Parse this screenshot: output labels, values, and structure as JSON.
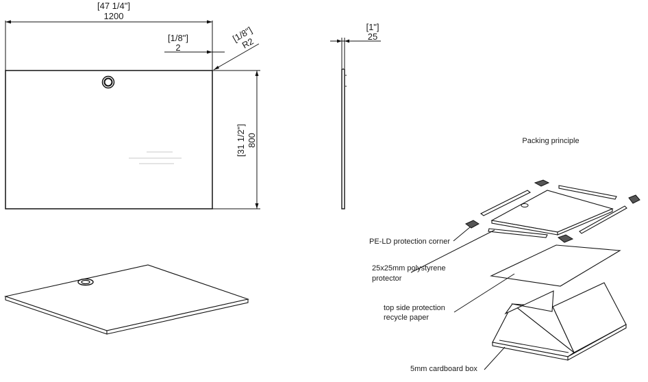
{
  "front_view": {
    "width_in": "[47 1/4\"]",
    "width_mm": "1200",
    "edge_in": "[1/8\"]",
    "edge_mm": "2",
    "radius_in": "[1/8\"]",
    "radius_mm": "R2",
    "height_in": "[31 1/2\"]",
    "height_mm": "800"
  },
  "side_view": {
    "thickness_in": "[1\"]",
    "thickness_mm": "25"
  },
  "packing": {
    "title": "Packing principle",
    "corner_label": "PE-LD protection corner",
    "protector_label_1": "25x25mm polystyrene",
    "protector_label_2": "protector",
    "paper_label_1": "top side protection",
    "paper_label_2": "recycle paper",
    "box_label": "5mm cardboard box"
  }
}
